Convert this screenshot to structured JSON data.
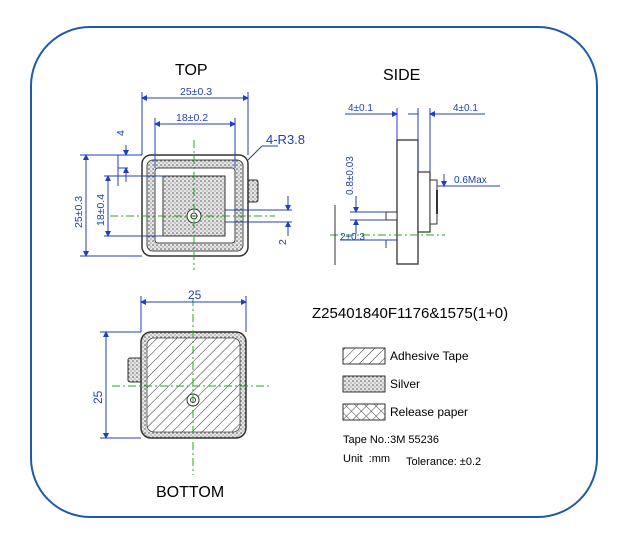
{
  "views": {
    "top": "TOP",
    "side": "SIDE",
    "bottom": "BOTTOM"
  },
  "dims": {
    "top_width_outer": "25±0.3",
    "top_width_inner": "18±0.2",
    "top_height_outer": "25±0.3",
    "top_height_inner": "18±0.4",
    "corner_radius": "4-R3.8",
    "gap_top": "4",
    "gap_side": "2",
    "side_left": "4±0.1",
    "side_right": "4±0.1",
    "side_pin_height": "0.8±0.03",
    "side_max": "0.6Max",
    "side_pin_dia": "2±0.3",
    "bottom_width": "25",
    "bottom_height": "25"
  },
  "part_number": "Z25401840F1176&1575(1+0)",
  "legend": {
    "adhesive": "Adhesive Tape",
    "silver": "Silver",
    "release": "Release paper"
  },
  "notes": {
    "tape": "Tape No.:3M 55236",
    "unit": "Unit  :mm",
    "tolerance": "Tolerance: ±0.2"
  },
  "colors": {
    "frame": "#1f5aa6",
    "dimension": "#1f3fbf",
    "centerline": "#22aa22",
    "outline": "#333333"
  }
}
